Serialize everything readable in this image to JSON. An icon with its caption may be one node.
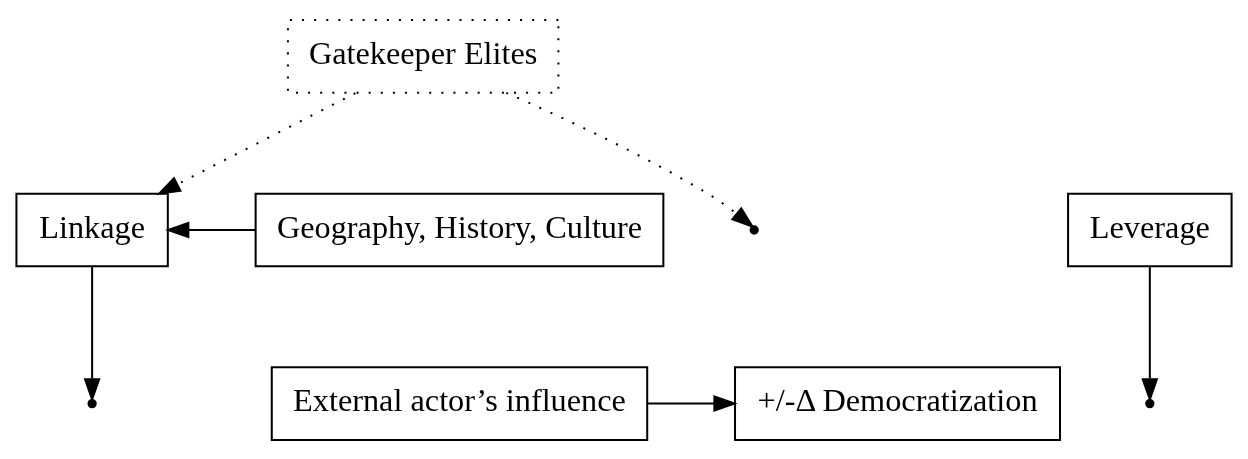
{
  "diagram": {
    "nodes": [
      {
        "text": [
          "Gatekeeper Elites"
        ]
      },
      {
        "text": [
          "Geography, History, Culture"
        ]
      },
      {
        "text": [
          "Linkage"
        ]
      },
      {
        "text": [
          "Leverage"
        ]
      },
      {
        "text": [
          "External actor’s influence"
        ]
      },
      {
        "text": [
          "+/-Δ Democratization"
        ]
      }
    ],
    "edges": [
      {
        "from": 1,
        "to": 2,
        "arrow": "to"
      },
      {
        "from": 0,
        "to": null,
        "arrow": "to",
        "style": "dashed"
      },
      {
        "from": 0,
        "to": 2,
        "arrow": "to",
        "style": "dashed"
      },
      {
        "from": 4,
        "to": 5,
        "arrow": "to"
      },
      {
        "from": 2,
        "to": null,
        "arrow": "to"
      },
      {
        "from": 3,
        "to": null,
        "arrow": "to"
      }
    ]
  }
}
